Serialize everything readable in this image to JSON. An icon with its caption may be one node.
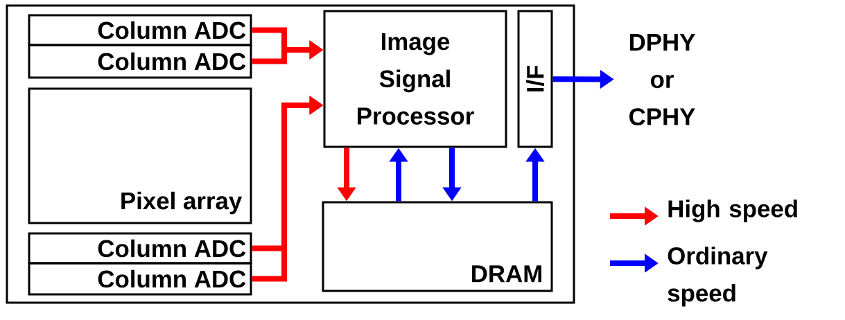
{
  "diagram": {
    "nodes": [
      {
        "text": [],
        "shape": "box"
      },
      {
        "text": [
          "Column ADC"
        ],
        "in": 0
      },
      {
        "text": [
          "Column ADC"
        ],
        "in": 0
      },
      {
        "text": [
          "Pixel array"
        ],
        "in": 0
      },
      {
        "text": [
          "Column ADC"
        ],
        "in": 0
      },
      {
        "text": [
          "Column ADC"
        ],
        "in": 0
      },
      {
        "text": [
          "Image Signal Processor"
        ],
        "in": 0
      },
      {
        "text": [
          "I/F"
        ],
        "in": 0
      },
      {
        "text": [
          "DRAM"
        ],
        "in": 0
      },
      {
        "text": [
          "DPHY or CPHY"
        ]
      }
    ],
    "edges": [
      {
        "from": 1,
        "to": 6,
        "arrow": "to",
        "color": "#ff0000"
      },
      {
        "from": 2,
        "to": 6,
        "arrow": "to",
        "color": "#ff0000"
      },
      {
        "from": 4,
        "to": 6,
        "arrow": "to",
        "color": "#ff0000"
      },
      {
        "from": 5,
        "to": 6,
        "arrow": "to",
        "color": "#ff0000"
      },
      {
        "from": 6,
        "to": 8,
        "arrow": "to",
        "color": "#ff0000"
      },
      {
        "from": 8,
        "to": 6,
        "arrow": "to",
        "color": "#0000ff"
      },
      {
        "from": 6,
        "to": 8,
        "arrow": "to",
        "color": "#0000ff"
      },
      {
        "from": 8,
        "to": 7,
        "arrow": "to",
        "color": "#0000ff"
      },
      {
        "from": 7,
        "to": 9,
        "arrow": "to",
        "color": "#0000ff"
      }
    ],
    "legend": [
      {
        "text": "High speed",
        "color": "#ff0000"
      },
      {
        "text": "Ordinary speed",
        "color": "#0000ff"
      }
    ]
  }
}
